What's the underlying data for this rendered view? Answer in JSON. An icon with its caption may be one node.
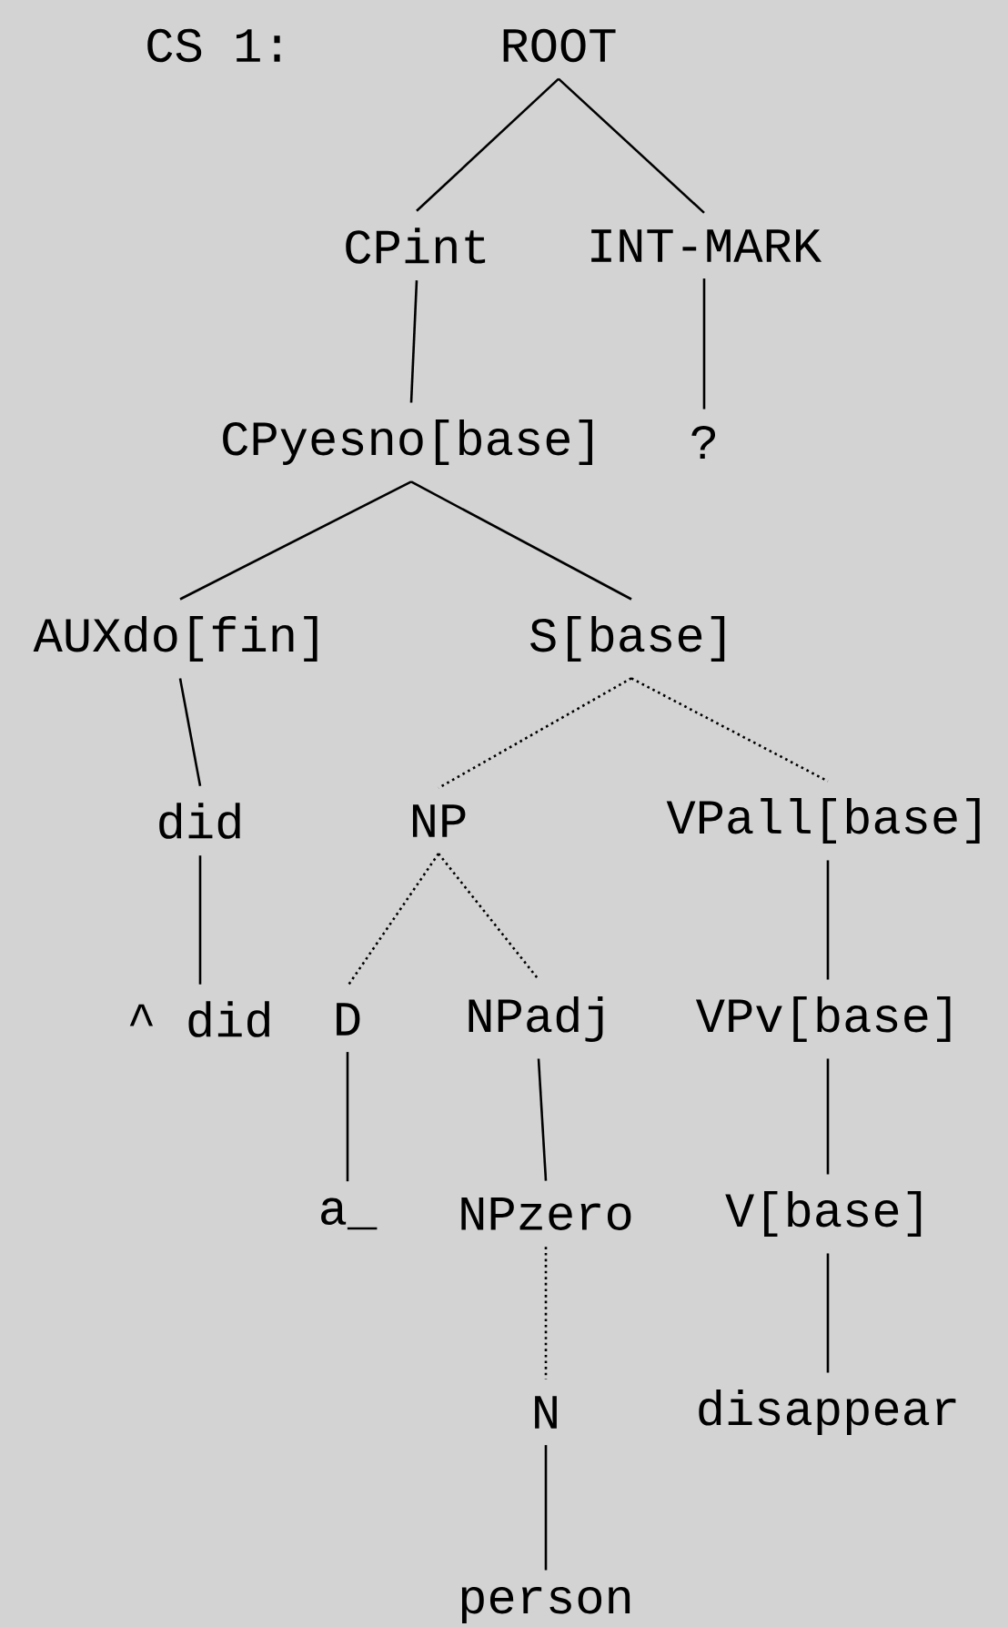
{
  "diagram": {
    "nodes": [
      {
        "text": [
          "ROOT"
        ]
      },
      {
        "text": [
          "CPint"
        ]
      },
      {
        "text": [
          "INT-MARK"
        ]
      },
      {
        "text": [
          "CPyesno[base]"
        ]
      },
      {
        "text": [
          "?"
        ]
      },
      {
        "text": [
          "AUXdo[fin]"
        ]
      },
      {
        "text": [
          "S[base]"
        ]
      },
      {
        "text": [
          "did"
        ]
      },
      {
        "text": [
          "NP"
        ]
      },
      {
        "text": [
          "VPall[base]"
        ]
      },
      {
        "text": [
          "^ did"
        ]
      },
      {
        "text": [
          "D"
        ]
      },
      {
        "text": [
          "NPadj"
        ]
      },
      {
        "text": [
          "VPv[base]"
        ]
      },
      {
        "text": [
          "a_"
        ]
      },
      {
        "text": [
          "NPzero"
        ]
      },
      {
        "text": [
          "V[base]"
        ]
      },
      {
        "text": [
          "N"
        ]
      },
      {
        "text": [
          "disappear"
        ]
      },
      {
        "text": [
          "person"
        ]
      }
    ],
    "edges": [
      {
        "from": 0,
        "to": 1,
        "arrow": "none"
      },
      {
        "from": 0,
        "to": 2,
        "arrow": "none"
      },
      {
        "from": 1,
        "to": 3,
        "arrow": "none"
      },
      {
        "from": 2,
        "to": 4,
        "arrow": "none"
      },
      {
        "from": 3,
        "to": 5,
        "arrow": "none"
      },
      {
        "from": 3,
        "to": 6,
        "arrow": "none"
      },
      {
        "from": 5,
        "to": 7,
        "arrow": "none"
      },
      {
        "from": 6,
        "to": 8,
        "arrow": "none",
        "style": "dashed"
      },
      {
        "from": 6,
        "to": 9,
        "arrow": "none",
        "style": "dashed"
      },
      {
        "from": 7,
        "to": 10,
        "arrow": "none"
      },
      {
        "from": 8,
        "to": 11,
        "arrow": "none",
        "style": "dashed"
      },
      {
        "from": 8,
        "to": 12,
        "arrow": "none",
        "style": "dashed"
      },
      {
        "from": 9,
        "to": 13,
        "arrow": "none"
      },
      {
        "from": 11,
        "to": 14,
        "arrow": "none"
      },
      {
        "from": 12,
        "to": 15,
        "arrow": "none"
      },
      {
        "from": 13,
        "to": 16,
        "arrow": "none"
      },
      {
        "from": 15,
        "to": 17,
        "arrow": "none",
        "style": "dashed"
      },
      {
        "from": 16,
        "to": 18,
        "arrow": "none"
      },
      {
        "from": 17,
        "to": 19,
        "arrow": "none"
      }
    ],
    "labels": [
      "CS 1:"
    ]
  }
}
